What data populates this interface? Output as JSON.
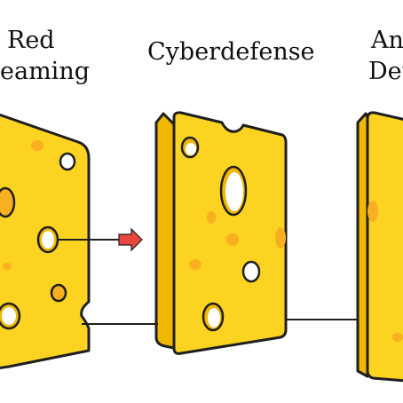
{
  "labels": {
    "left_line1": "Red",
    "left_line2": "eaming",
    "center": "Cyberdefense",
    "right_line1": "An",
    "right_line2": "Det"
  },
  "colors": {
    "cheese": "#FCD320",
    "cheese_shadow": "#F0B800",
    "spot": "#F9B020",
    "outline": "#1f1f1f",
    "arrow_red": "#E8453C",
    "arrow_gray": "#a8a8a8"
  },
  "arrow": {
    "from": "left-slice-hole",
    "to": "cyberdefense-slice"
  }
}
